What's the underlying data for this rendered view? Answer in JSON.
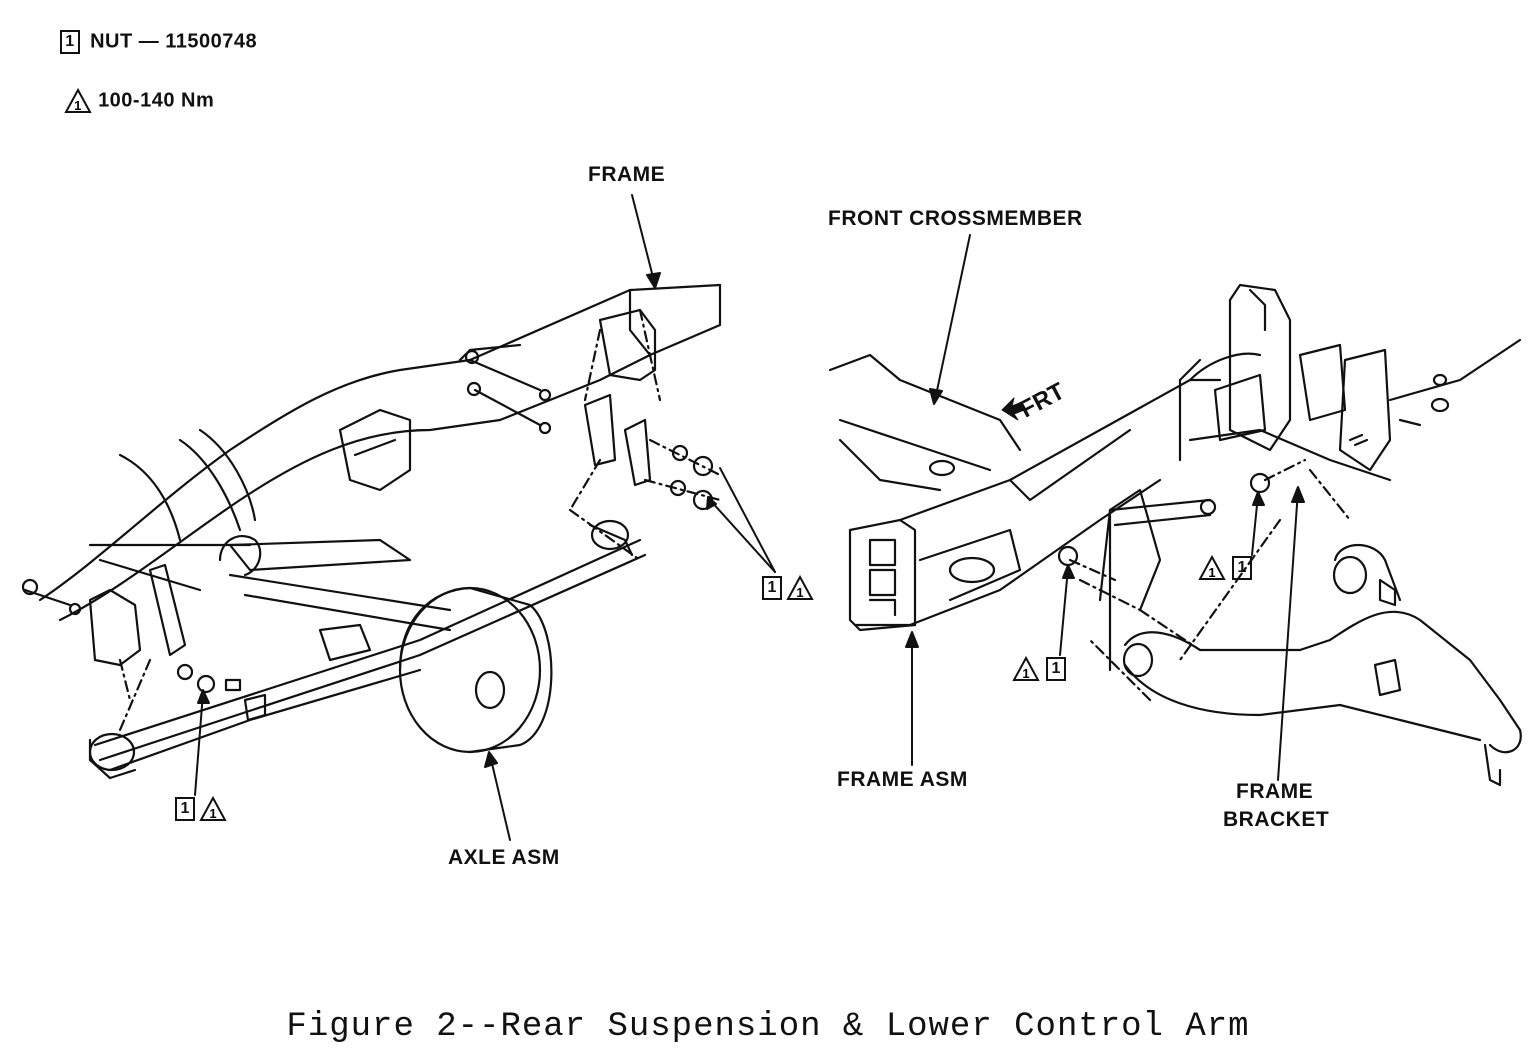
{
  "legend": {
    "nut_number": "1",
    "nut_text": "NUT — 11500748",
    "torque_number": "1",
    "torque_text": "100-140 Nm"
  },
  "labels": {
    "frame": "FRAME",
    "front_crossmember": "FRONT CROSSMEMBER",
    "frt": "FRT",
    "axle_asm": "AXLE ASM",
    "frame_asm": "FRAME ASM",
    "frame_bracket_1": "FRAME",
    "frame_bracket_2": "BRACKET"
  },
  "callout_number": "1",
  "caption": "Figure 2--Rear Suspension & Lower Control Arm"
}
